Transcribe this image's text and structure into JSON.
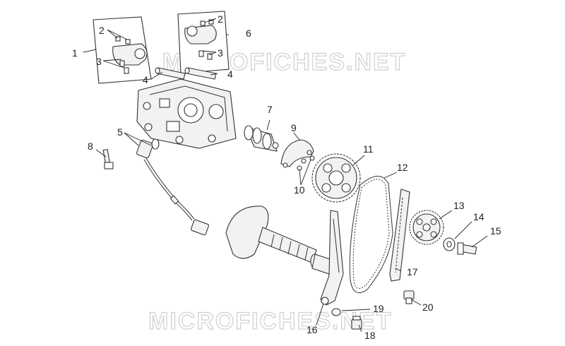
{
  "watermark": {
    "top": "MICROFICHES.NET",
    "bottom": "MICROFICHES.NET"
  },
  "callouts": {
    "c1": "1",
    "c2a": "2",
    "c2b": "2",
    "c3a": "3",
    "c3b": "3",
    "c4a": "4",
    "c4b": "4",
    "c5": "5",
    "c6": "6",
    "c7": "7",
    "c8": "8",
    "c9": "9",
    "c10": "10",
    "c11": "11",
    "c12": "12",
    "c13": "13",
    "c14": "14",
    "c15": "15",
    "c16": "16",
    "c17": "17",
    "c18": "18",
    "c19": "19",
    "c20": "20"
  },
  "colors": {
    "line": "#333333",
    "watermark": "#cfcfcf",
    "background": "#ffffff"
  }
}
